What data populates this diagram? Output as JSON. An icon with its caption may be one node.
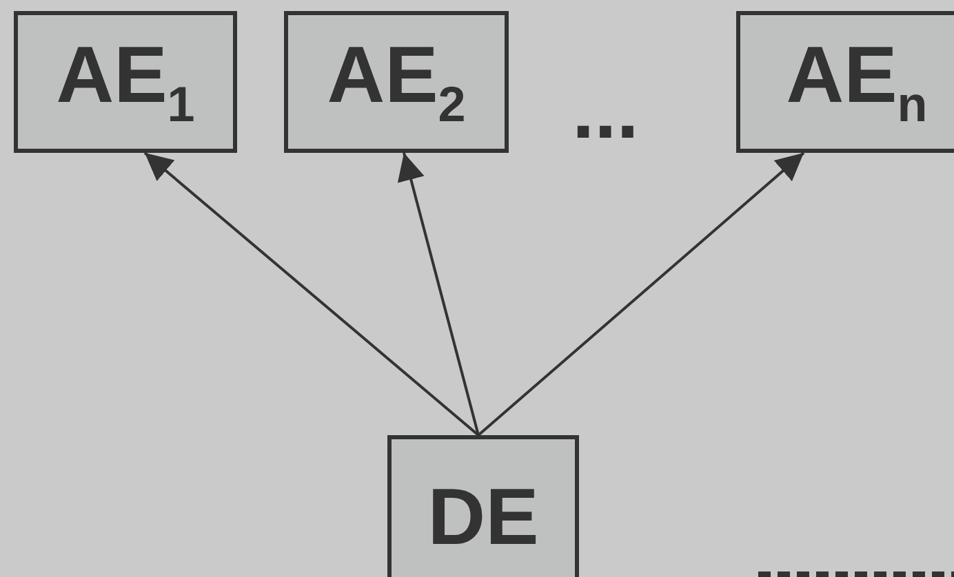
{
  "diagram": {
    "nodes": [
      {
        "text": [
          "AE$_{1}$"
        ]
      },
      {
        "text": [
          "AE$_{2}$"
        ]
      },
      {
        "text": [
          "AE$_{n}$"
        ]
      },
      {
        "text": [
          "DE"
        ]
      }
    ],
    "edges": [
      {
        "from": 3,
        "to": 0,
        "arrow": "to"
      },
      {
        "from": 3,
        "to": 1,
        "arrow": "to"
      },
      {
        "from": 3,
        "to": 2,
        "arrow": "to"
      }
    ],
    "labels": [
      "..."
    ]
  }
}
